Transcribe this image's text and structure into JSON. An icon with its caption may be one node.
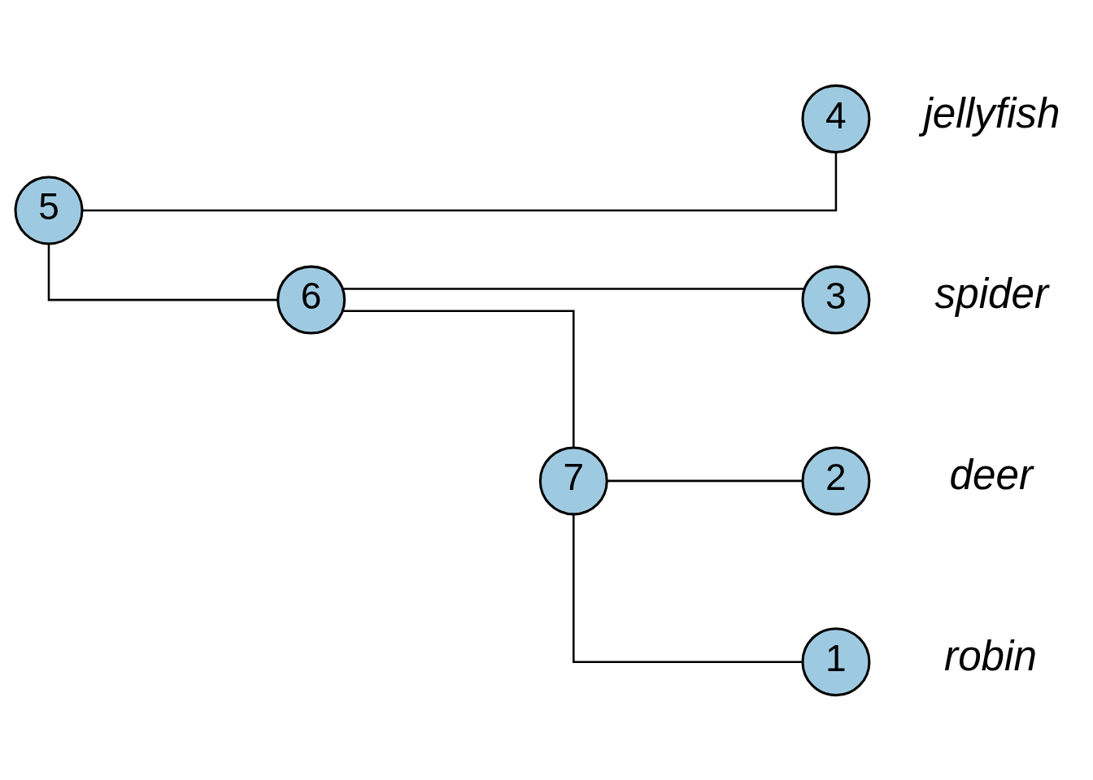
{
  "diagram": {
    "nodes": [
      {
        "text": [
          "4"
        ],
        "beside": [
          "jellyfish"
        ]
      },
      {
        "text": [
          "5"
        ]
      },
      {
        "text": [
          "3"
        ],
        "beside": [
          "spider"
        ]
      },
      {
        "text": [
          "6"
        ]
      },
      {
        "text": [
          "2"
        ],
        "beside": [
          "deer"
        ]
      },
      {
        "text": [
          "7"
        ]
      },
      {
        "text": [
          "1"
        ],
        "beside": [
          "robin"
        ]
      }
    ],
    "edges": [
      {
        "from": 1,
        "to": 0,
        "arrow": "none"
      },
      {
        "from": 1,
        "to": 3,
        "arrow": "none"
      },
      {
        "from": 3,
        "to": 2,
        "arrow": "none"
      },
      {
        "from": 3,
        "to": 5,
        "arrow": "none"
      },
      {
        "from": 5,
        "to": 4,
        "arrow": "none"
      },
      {
        "from": 5,
        "to": 6,
        "arrow": "none"
      }
    ]
  }
}
